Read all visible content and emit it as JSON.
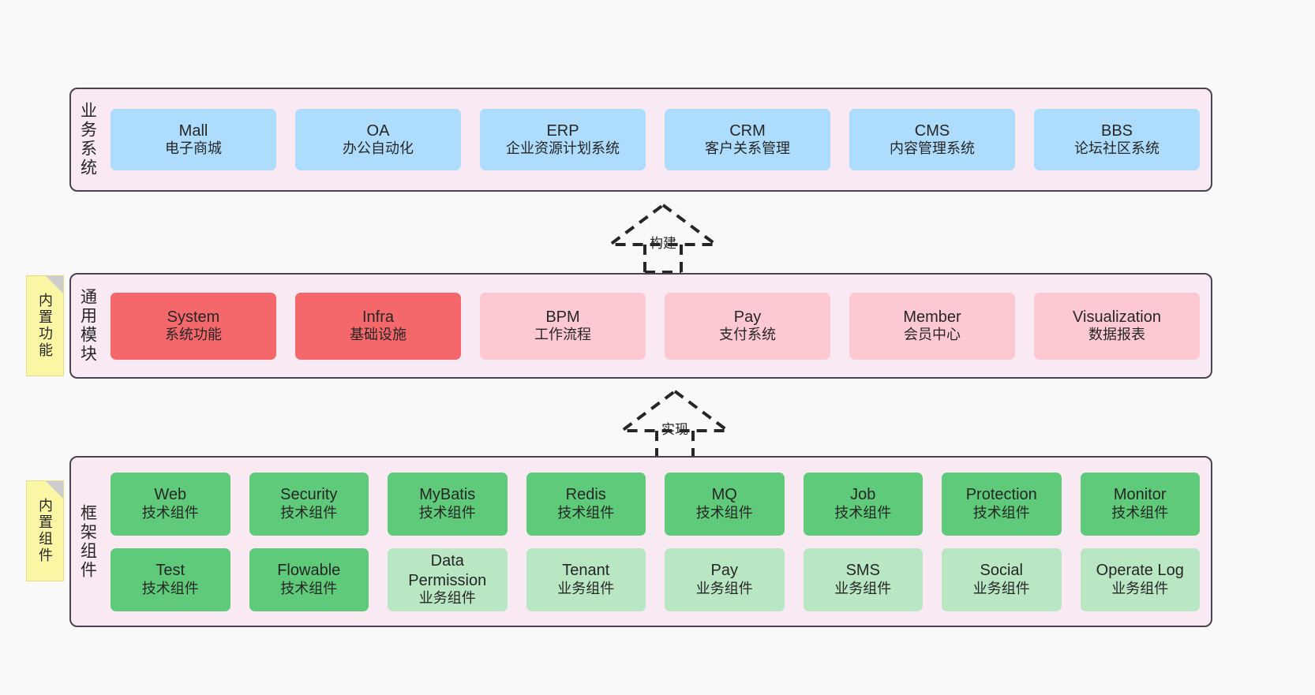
{
  "canvas": {
    "background": "#f9f9f9",
    "border_color": "#4a4450",
    "section_background": "#f8e9f3"
  },
  "palette": {
    "blue": "#addcfc",
    "red": "#f4676b",
    "pink": "#fcc9d2",
    "green": "#5fca79",
    "green_light": "#b9e6c3",
    "note_yellow": "#fbf6a3",
    "note_fold": "#cdcdcd"
  },
  "sections": {
    "business": {
      "label": "业务系统",
      "items": [
        {
          "en": "Mall",
          "cn": "电子商城"
        },
        {
          "en": "OA",
          "cn": "办公自动化"
        },
        {
          "en": "ERP",
          "cn": "企业资源计划系统"
        },
        {
          "en": "CRM",
          "cn": "客户关系管理"
        },
        {
          "en": "CMS",
          "cn": "内容管理系统"
        },
        {
          "en": "BBS",
          "cn": "论坛社区系统"
        }
      ]
    },
    "modules": {
      "label": "通用模块",
      "note": "内置功能",
      "items": [
        {
          "en": "System",
          "cn": "系统功能",
          "fill": "red"
        },
        {
          "en": "Infra",
          "cn": "基础设施",
          "fill": "red"
        },
        {
          "en": "BPM",
          "cn": "工作流程",
          "fill": "pink"
        },
        {
          "en": "Pay",
          "cn": "支付系统",
          "fill": "pink"
        },
        {
          "en": "Member",
          "cn": "会员中心",
          "fill": "pink"
        },
        {
          "en": "Visualization",
          "cn": "数据报表",
          "fill": "pink"
        }
      ]
    },
    "framework": {
      "label": "框架组件",
      "note": "内置组件",
      "row1": [
        {
          "en": "Web",
          "cn": "技术组件"
        },
        {
          "en": "Security",
          "cn": "技术组件"
        },
        {
          "en": "MyBatis",
          "cn": "技术组件"
        },
        {
          "en": "Redis",
          "cn": "技术组件"
        },
        {
          "en": "MQ",
          "cn": "技术组件"
        },
        {
          "en": "Job",
          "cn": "技术组件"
        },
        {
          "en": "Protection",
          "cn": "技术组件"
        },
        {
          "en": "Monitor",
          "cn": "技术组件"
        }
      ],
      "row2": [
        {
          "en": "Test",
          "cn": "技术组件",
          "fill": "green"
        },
        {
          "en": "Flowable",
          "cn": "技术组件",
          "fill": "green"
        },
        {
          "en": "Data Permission",
          "cn": "业务组件",
          "fill": "green_light"
        },
        {
          "en": "Tenant",
          "cn": "业务组件",
          "fill": "green_light"
        },
        {
          "en": "Pay",
          "cn": "业务组件",
          "fill": "green_light"
        },
        {
          "en": "SMS",
          "cn": "业务组件",
          "fill": "green_light"
        },
        {
          "en": "Social",
          "cn": "业务组件",
          "fill": "green_light"
        },
        {
          "en": "Operate Log",
          "cn": "业务组件",
          "fill": "green_light"
        }
      ]
    }
  },
  "connectors": [
    {
      "label": "构建"
    },
    {
      "label": "实现"
    }
  ]
}
